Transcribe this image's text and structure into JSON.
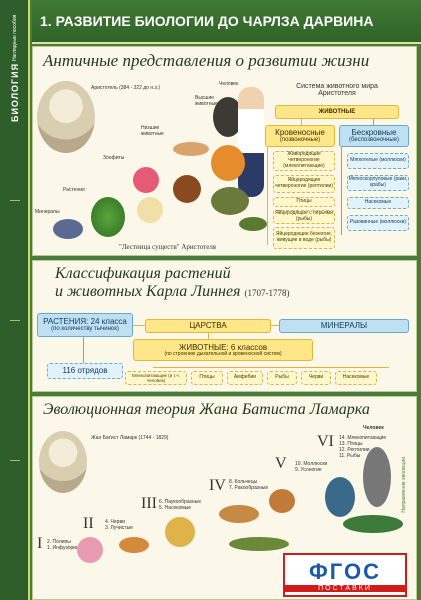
{
  "sidebar": {
    "title": "БИОЛОГИЯ",
    "subtitle": "Наглядные пособия"
  },
  "header": {
    "title": "1. РАЗВИТИЕ БИОЛОГИИ ДО ЧАРЛЗА ДАРВИНА"
  },
  "section1": {
    "title": "Античные представления о развитии жизни",
    "aristotle_caption": "Аристотель (384 - 322 до н.э.)",
    "ladder_caption": "\"Лестница существ\" Аристотеля",
    "labels": {
      "human": "Человек",
      "higher_animals": "Высшие животные",
      "lower_animals": "Низшие животные",
      "zoophytes": "Зоофиты",
      "plants": "Растения",
      "minerals": "Минералы"
    },
    "system_title": "Система животного мира Аристотеля",
    "animals": "ЖИВОТНЫЕ",
    "blooded": {
      "title": "Кровеносные",
      "sub": "(позвоночные)"
    },
    "bloodless": {
      "title": "Бескровные",
      "sub": "(беспозвоночные)"
    },
    "blooded_items": [
      "Живородящие четвероногие (млекопитающие)",
      "Яйцеродящие четвероногие (рептилии)",
      "Птицы",
      "Яйцеродящие с перьями (рыбы)",
      "Яйцеродящие безногие, живущие в воде (рыбы)"
    ],
    "bloodless_items": [
      "Мягкотелые (моллюски)",
      "Мягкоскорлуповые (раки, крабы)",
      "Насекомые",
      "Разовинные (моллюски)"
    ]
  },
  "section2": {
    "title_line1": "Классификация растений",
    "title_line2": "и животных Карла Линнея",
    "years": "(1707-1778)",
    "plants": {
      "title": "РАСТЕНИЯ: 24 класса",
      "sub": "(по количеству тычинок)"
    },
    "orders": "116 отрядов",
    "kingdoms": "ЦАРСТВА",
    "minerals": "МИНЕРАЛЫ",
    "animals": {
      "title": "ЖИВОТНЫЕ: 6 классов",
      "sub": "(по строению дыхательной и кровеносной систем)"
    },
    "classes": [
      "Млекопитающие (и т.ч. человек)",
      "Птицы",
      "Амфибии",
      "Рыбы",
      "Черви",
      "Насекомые"
    ]
  },
  "section3": {
    "title": "Эволюционная теория Жана Батиста Ламарка",
    "lamarck_caption": "Жан Батист Ламарк (1744 - 1829)",
    "human": "Человек",
    "arrow_label": "Направление эволюции",
    "steps": [
      {
        "numeral": "I",
        "lines": [
          "2. Полипы",
          "1. Инфузории"
        ]
      },
      {
        "numeral": "II",
        "lines": [
          "4. Черви",
          "3. Лучистые"
        ]
      },
      {
        "numeral": "III",
        "lines": [
          "6. Паукообразные",
          "5. Насекомые"
        ]
      },
      {
        "numeral": "IV",
        "lines": [
          "8. Кольчецы",
          "7. Ракообразные"
        ]
      },
      {
        "numeral": "V",
        "lines": [
          "10. Моллюски",
          "9. Усоногие"
        ]
      },
      {
        "numeral": "VI",
        "lines": [
          "14. Млекопитающие",
          "13. Птицы",
          "12. Рептилии",
          "11. Рыбы"
        ]
      }
    ]
  },
  "logo": {
    "main": "ФГОС",
    "sub": "ПОСТАВКИ"
  },
  "colors": {
    "header": "#2f6328",
    "panel": "#fbf8e9",
    "yellow": "#ffe789",
    "blue": "#bfe0f3",
    "logo_red": "#d21b1b",
    "logo_blue": "#1a5aa8"
  }
}
